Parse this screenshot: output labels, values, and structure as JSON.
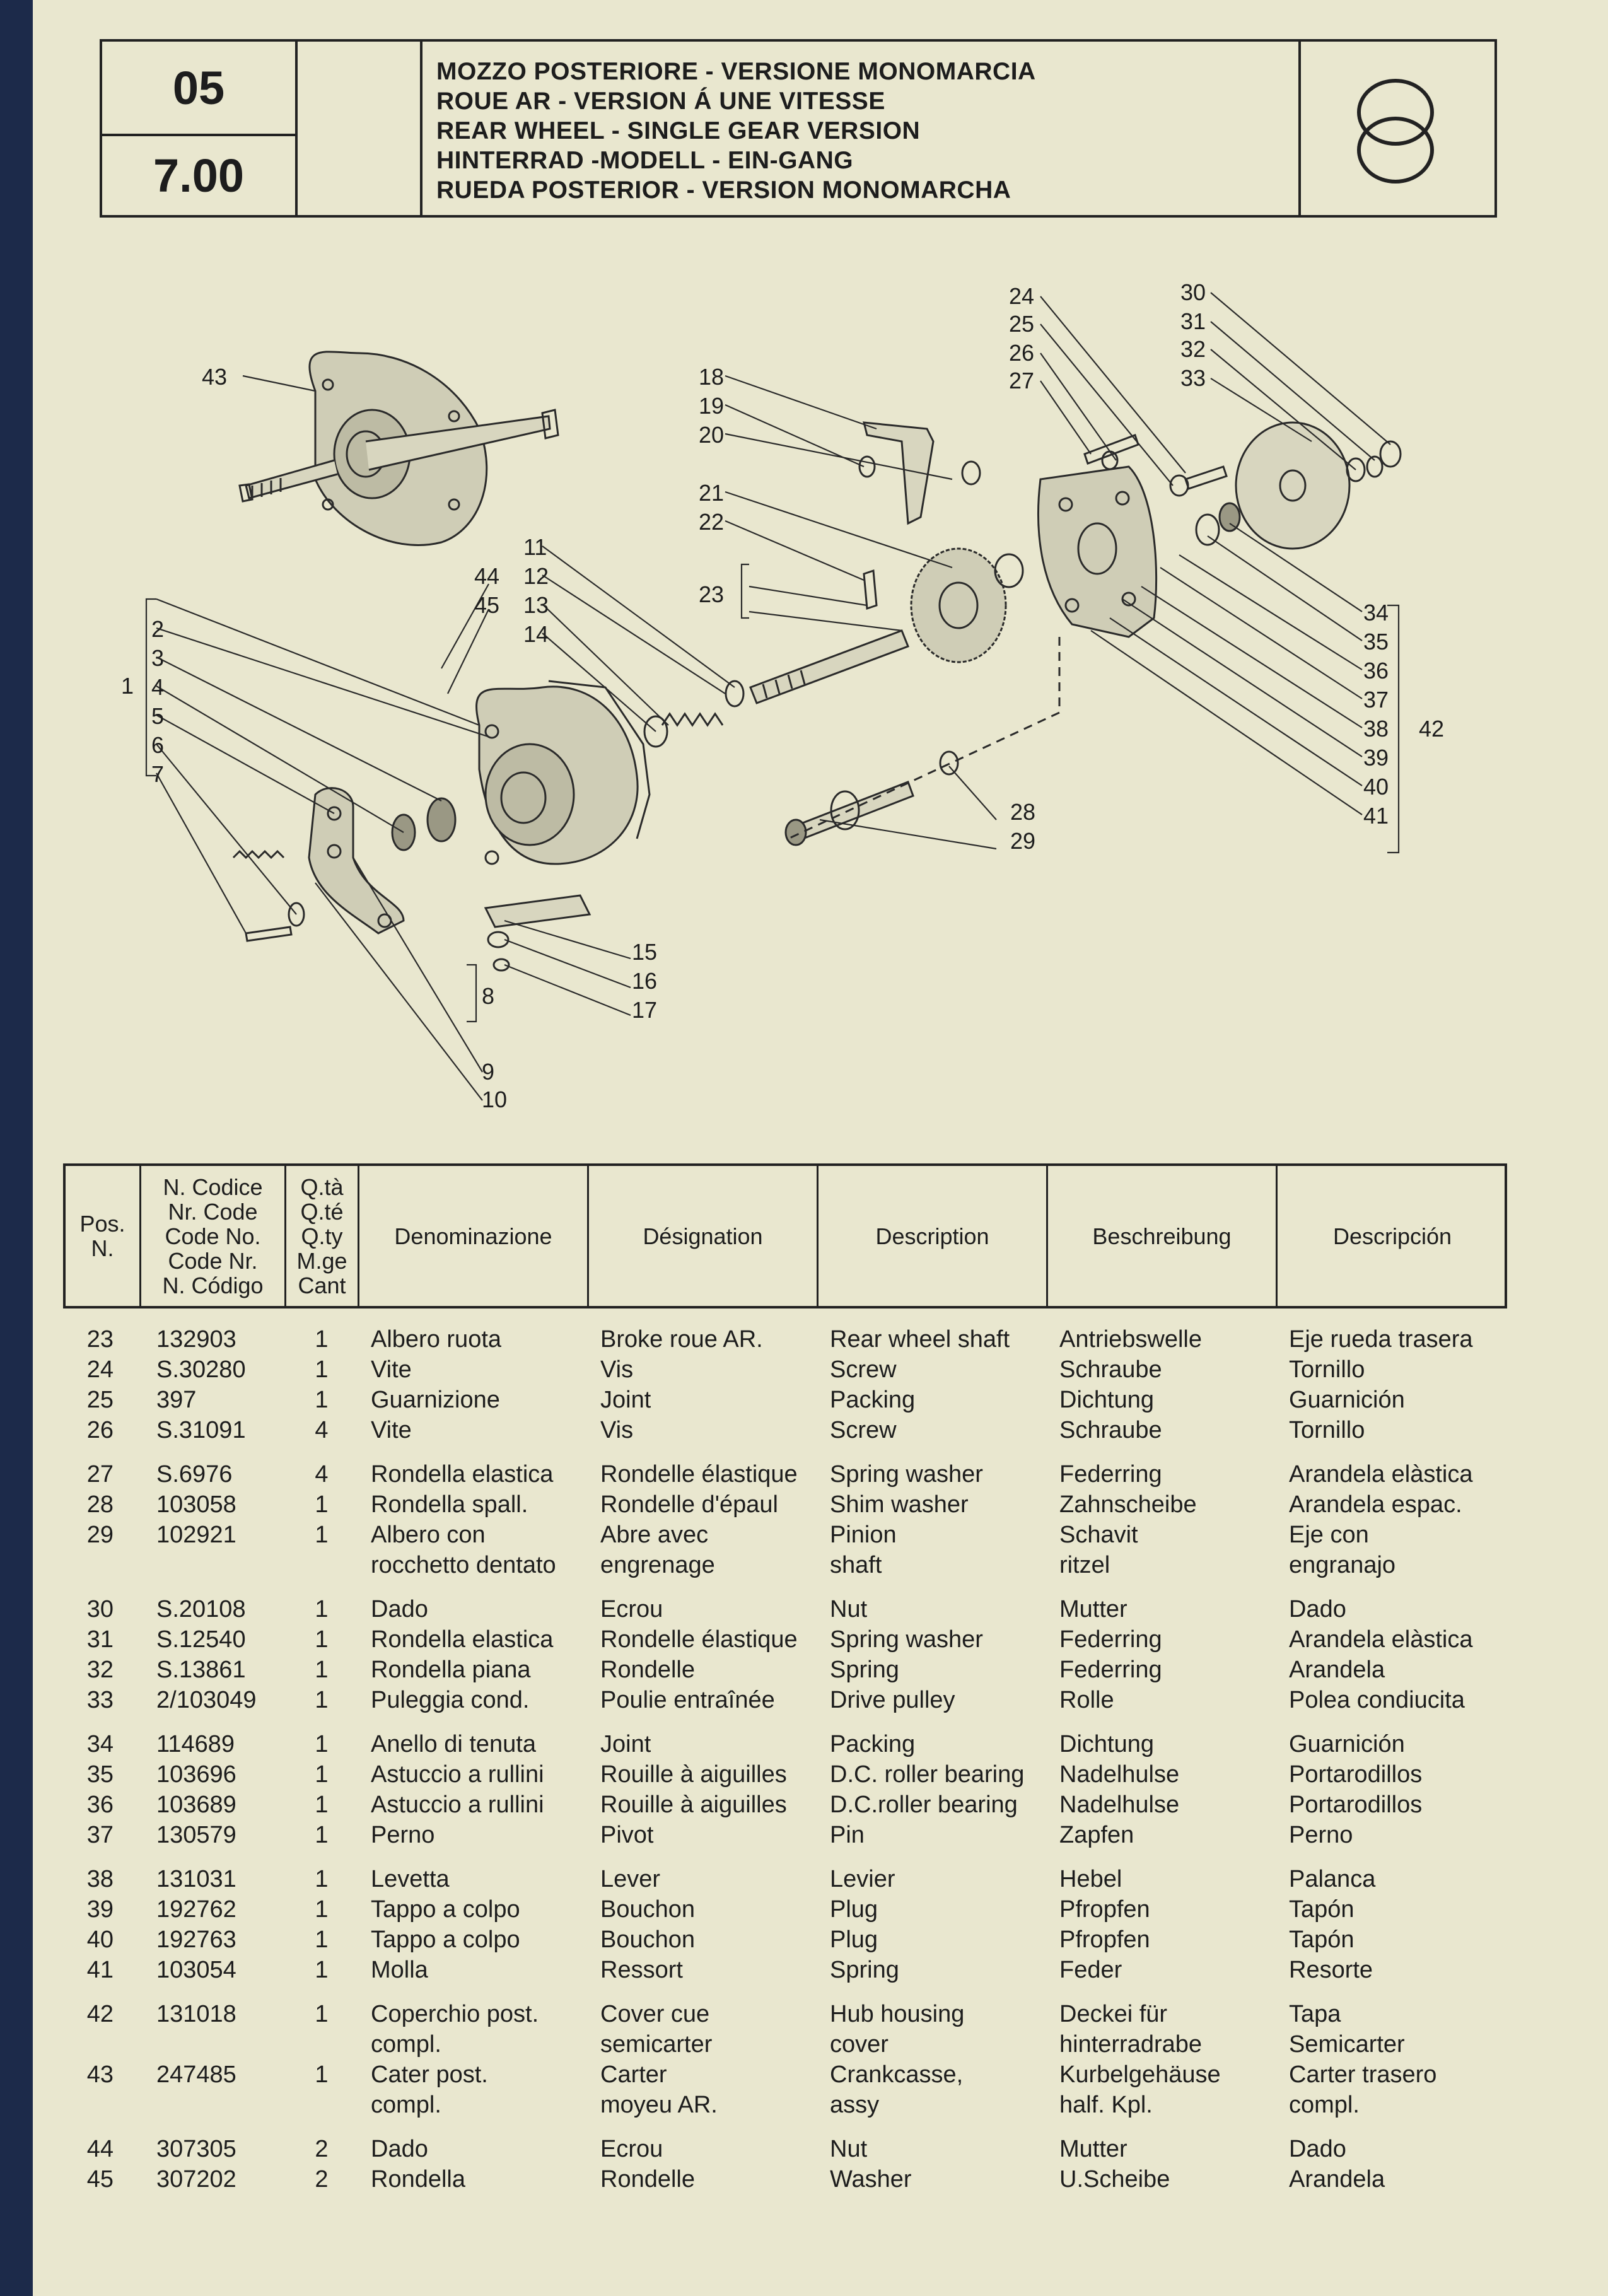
{
  "header": {
    "section": "05",
    "subsection": "7.00",
    "titles": [
      "MOZZO POSTERIORE - VERSIONE MONOMARCIA",
      "ROUE AR - VERSION Á UNE VITESSE",
      "REAR WHEEL - SINGLE GEAR VERSION",
      "HINTERRAD -MODELL - EIN-GANG",
      "RUEDA POSTERIOR - VERSION MONOMARCHA"
    ],
    "icon": "double-ring-icon"
  },
  "diagram": {
    "callouts": [
      "1",
      "2",
      "3",
      "4",
      "5",
      "6",
      "7",
      "8",
      "9",
      "10",
      "11",
      "12",
      "13",
      "14",
      "15",
      "16",
      "17",
      "18",
      "19",
      "20",
      "21",
      "22",
      "23",
      "24",
      "25",
      "26",
      "27",
      "28",
      "29",
      "30",
      "31",
      "32",
      "33",
      "34",
      "35",
      "36",
      "37",
      "38",
      "39",
      "40",
      "41",
      "42",
      "43",
      "44",
      "45"
    ]
  },
  "table": {
    "columns": [
      [
        "Pos.",
        "N."
      ],
      [
        "N. Codice",
        "Nr. Code",
        "Code No.",
        "Code Nr.",
        "N. Código"
      ],
      [
        "Q.tà",
        "Q.té",
        "Q.ty",
        "M.ge",
        "Cant"
      ],
      [
        "Denominazione"
      ],
      [
        "Désignation"
      ],
      [
        "Description"
      ],
      [
        "Beschreibung"
      ],
      [
        "Descripción"
      ]
    ],
    "rows": [
      {
        "pos": "23",
        "code": "132903",
        "qty": "1",
        "it": [
          "Albero ruota"
        ],
        "fr": [
          "Broke roue AR."
        ],
        "en": [
          "Rear wheel shaft"
        ],
        "de": [
          "Antriebswelle"
        ],
        "es": [
          "Eje rueda trasera"
        ]
      },
      {
        "pos": "24",
        "code": "S.30280",
        "qty": "1",
        "it": [
          "Vite"
        ],
        "fr": [
          "Vis"
        ],
        "en": [
          "Screw"
        ],
        "de": [
          "Schraube"
        ],
        "es": [
          "Tornillo"
        ]
      },
      {
        "pos": "25",
        "code": "397",
        "qty": "1",
        "it": [
          "Guarnizione"
        ],
        "fr": [
          "Joint"
        ],
        "en": [
          "Packing"
        ],
        "de": [
          "Dichtung"
        ],
        "es": [
          "Guarnición"
        ]
      },
      {
        "pos": "26",
        "code": "S.31091",
        "qty": "4",
        "it": [
          "Vite"
        ],
        "fr": [
          "Vis"
        ],
        "en": [
          "Screw"
        ],
        "de": [
          "Schraube"
        ],
        "es": [
          "Tornillo"
        ]
      },
      {
        "pos": "27",
        "code": "S.6976",
        "qty": "4",
        "it": [
          "Rondella elastica"
        ],
        "fr": [
          "Rondelle élastique"
        ],
        "en": [
          "Spring washer"
        ],
        "de": [
          "Federring"
        ],
        "es": [
          "Arandela elàstica"
        ]
      },
      {
        "pos": "28",
        "code": "103058",
        "qty": "1",
        "it": [
          "Rondella spall."
        ],
        "fr": [
          "Rondelle d'épaul"
        ],
        "en": [
          "Shim washer"
        ],
        "de": [
          "Zahnscheibe"
        ],
        "es": [
          "Arandela espac."
        ]
      },
      {
        "pos": "29",
        "code": "102921",
        "qty": "1",
        "it": [
          "Albero con",
          "rocchetto dentato"
        ],
        "fr": [
          "Abre avec",
          "engrenage"
        ],
        "en": [
          "Pinion",
          "shaft"
        ],
        "de": [
          "Schavit",
          "ritzel"
        ],
        "es": [
          "Eje con",
          "engranajo"
        ]
      },
      {
        "pos": "30",
        "code": "S.20108",
        "qty": "1",
        "it": [
          "Dado"
        ],
        "fr": [
          "Ecrou"
        ],
        "en": [
          "Nut"
        ],
        "de": [
          "Mutter"
        ],
        "es": [
          "Dado"
        ]
      },
      {
        "pos": "31",
        "code": "S.12540",
        "qty": "1",
        "it": [
          "Rondella elastica"
        ],
        "fr": [
          "Rondelle élastique"
        ],
        "en": [
          "Spring washer"
        ],
        "de": [
          "Federring"
        ],
        "es": [
          "Arandela elàstica"
        ]
      },
      {
        "pos": "32",
        "code": "S.13861",
        "qty": "1",
        "it": [
          "Rondella piana"
        ],
        "fr": [
          "Rondelle"
        ],
        "en": [
          "Spring"
        ],
        "de": [
          "Federring"
        ],
        "es": [
          "Arandela"
        ]
      },
      {
        "pos": "33",
        "code": "2/103049",
        "qty": "1",
        "it": [
          "Puleggia cond."
        ],
        "fr": [
          "Poulie entraînée"
        ],
        "en": [
          "Drive pulley"
        ],
        "de": [
          "Rolle"
        ],
        "es": [
          "Polea condiucita"
        ]
      },
      {
        "pos": "34",
        "code": "114689",
        "qty": "1",
        "it": [
          "Anello di tenuta"
        ],
        "fr": [
          "Joint"
        ],
        "en": [
          "Packing"
        ],
        "de": [
          "Dichtung"
        ],
        "es": [
          "Guarnición"
        ]
      },
      {
        "pos": "35",
        "code": "103696",
        "qty": "1",
        "it": [
          "Astuccio a rullini"
        ],
        "fr": [
          "Rouille à aiguilles"
        ],
        "en": [
          "D.C. roller bearing"
        ],
        "de": [
          "Nadelhulse"
        ],
        "es": [
          "Portarodillos"
        ]
      },
      {
        "pos": "36",
        "code": "103689",
        "qty": "1",
        "it": [
          "Astuccio a rullini"
        ],
        "fr": [
          "Rouille à aiguilles"
        ],
        "en": [
          "D.C.roller bearing"
        ],
        "de": [
          "Nadelhulse"
        ],
        "es": [
          "Portarodillos"
        ]
      },
      {
        "pos": "37",
        "code": "130579",
        "qty": "1",
        "it": [
          "Perno"
        ],
        "fr": [
          "Pivot"
        ],
        "en": [
          "Pin"
        ],
        "de": [
          "Zapfen"
        ],
        "es": [
          "Perno"
        ]
      },
      {
        "pos": "38",
        "code": "131031",
        "qty": "1",
        "it": [
          "Levetta"
        ],
        "fr": [
          "Lever"
        ],
        "en": [
          "Levier"
        ],
        "de": [
          "Hebel"
        ],
        "es": [
          "Palanca"
        ]
      },
      {
        "pos": "39",
        "code": "192762",
        "qty": "1",
        "it": [
          "Tappo a colpo"
        ],
        "fr": [
          "Bouchon"
        ],
        "en": [
          "Plug"
        ],
        "de": [
          "Pfropfen"
        ],
        "es": [
          "Tapón"
        ]
      },
      {
        "pos": "40",
        "code": "192763",
        "qty": "1",
        "it": [
          "Tappo a colpo"
        ],
        "fr": [
          "Bouchon"
        ],
        "en": [
          "Plug"
        ],
        "de": [
          "Pfropfen"
        ],
        "es": [
          "Tapón"
        ]
      },
      {
        "pos": "41",
        "code": "103054",
        "qty": "1",
        "it": [
          "Molla"
        ],
        "fr": [
          "Ressort"
        ],
        "en": [
          "Spring"
        ],
        "de": [
          "Feder"
        ],
        "es": [
          "Resorte"
        ]
      },
      {
        "pos": "42",
        "code": "131018",
        "qty": "1",
        "it": [
          "Coperchio post.",
          "compl."
        ],
        "fr": [
          "Cover cue",
          "semicarter"
        ],
        "en": [
          "Hub housing",
          "cover"
        ],
        "de": [
          "Deckei für",
          "hinterradrabe"
        ],
        "es": [
          "Tapa",
          "Semicarter"
        ]
      },
      {
        "pos": "43",
        "code": "247485",
        "qty": "1",
        "it": [
          "Cater post.",
          "compl."
        ],
        "fr": [
          "Carter",
          "moyeu AR."
        ],
        "en": [
          "Crankcasse,",
          "assy"
        ],
        "de": [
          "Kurbelgehäuse",
          "half. Kpl."
        ],
        "es": [
          "Carter trasero",
          "compl."
        ]
      },
      {
        "pos": "44",
        "code": "307305",
        "qty": "2",
        "it": [
          "Dado"
        ],
        "fr": [
          "Ecrou"
        ],
        "en": [
          "Nut"
        ],
        "de": [
          "Mutter"
        ],
        "es": [
          "Dado"
        ]
      },
      {
        "pos": "45",
        "code": "307202",
        "qty": "2",
        "it": [
          "Rondella"
        ],
        "fr": [
          "Rondelle"
        ],
        "en": [
          "Washer"
        ],
        "de": [
          "U.Scheibe"
        ],
        "es": [
          "Arandela"
        ]
      }
    ]
  }
}
